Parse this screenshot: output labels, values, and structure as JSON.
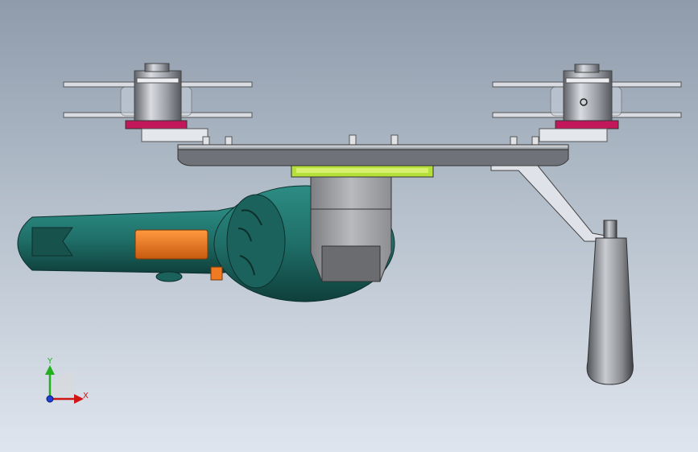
{
  "view": {
    "background_top": "#8f9bab",
    "background_bottom": "#dfe5ee"
  },
  "model": {
    "parts": [
      "propeller-left",
      "propeller-right",
      "motor-left",
      "motor-right",
      "base-plate",
      "mount-plate",
      "motor-block",
      "drill-body",
      "drill-trigger",
      "support-arm",
      "handle-knob"
    ],
    "colors": {
      "drill_body": "#1f6f68",
      "trigger": "#f07a22",
      "plate": "#6f7278",
      "mount_plate": "#b5e03a",
      "motor_ring": "#c2185b",
      "knob": "#8a8c90"
    }
  },
  "triad": {
    "x_label": "X",
    "y_label": "Y",
    "x_color": "#d01515",
    "y_color": "#22b020",
    "z_color": "#1f3fd6",
    "icons": [
      "x-axis-arrow-icon",
      "y-axis-arrow-icon",
      "z-axis-dot-icon"
    ]
  }
}
